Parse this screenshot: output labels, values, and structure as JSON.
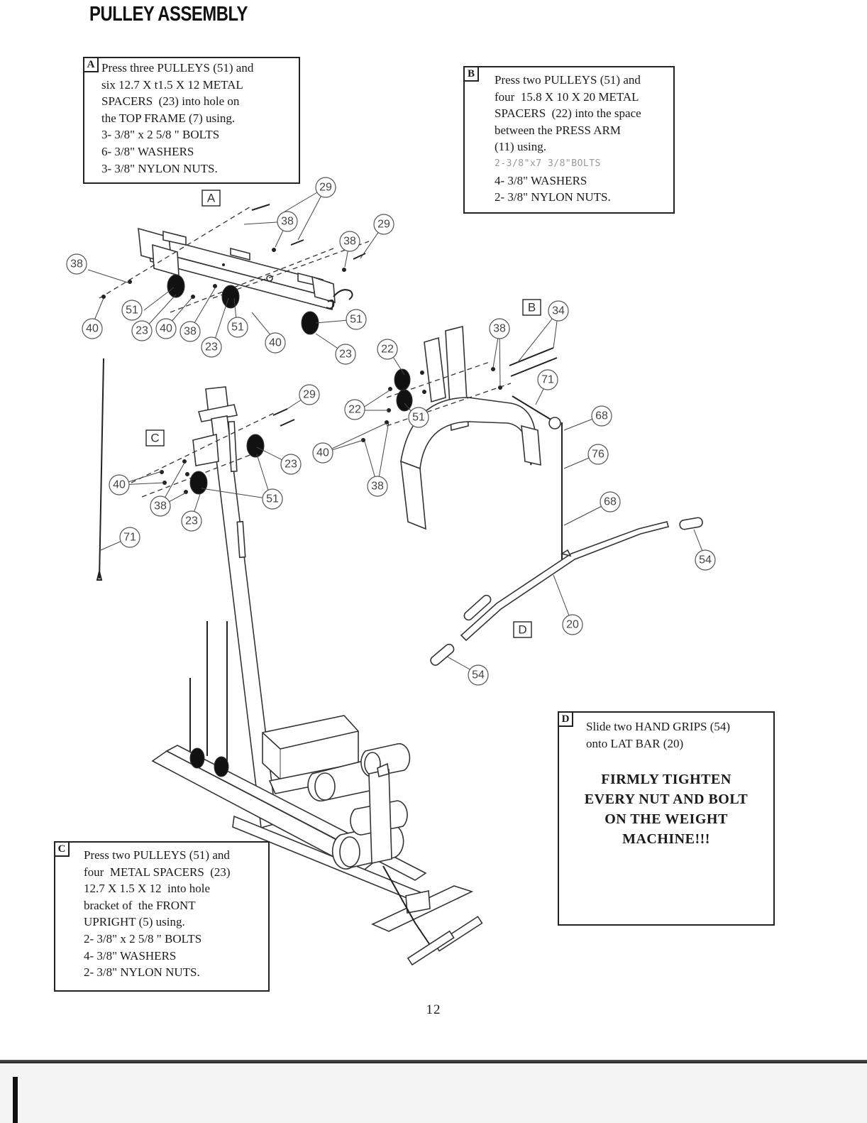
{
  "title": "PULLEY ASSEMBLY",
  "callouts": {
    "a": {
      "tag": "A",
      "lines": [
        "Press three PULLEYS (51) and",
        "six 12.7 X t1.5 X 12 METAL",
        "SPACERS  (23) into hole on",
        "the TOP FRAME (7) using.",
        "3- 3/8\" x 2 5/8 \" BOLTS",
        "6- 3/8\" WASHERS",
        "3- 3/8\" NYLON NUTS."
      ]
    },
    "b": {
      "tag": "B",
      "lines": [
        "Press two PULLEYS (51) and",
        "four  15.8 X 10 X 20 METAL",
        "SPACERS  (22) into the space",
        "between the PRESS ARM",
        "(11) using.",
        "2-3/8\"x7 3/8\"BOLTS",
        "4- 3/8\" WASHERS",
        "2- 3/8\" NYLON NUTS."
      ]
    },
    "c": {
      "tag": "C",
      "lines": [
        "Press two PULLEYS (51) and",
        "four  METAL SPACERS  (23)",
        "12.7 X 1.5 X 12  into hole",
        "bracket of  the FRONT",
        "UPRIGHT (5) using.",
        "2- 3/8\" x 2 5/8 \" BOLTS",
        "4- 3/8\" WASHERS",
        "2- 3/8\" NYLON NUTS."
      ]
    },
    "d": {
      "tag": "D",
      "lines": [
        "Slide two HAND GRIPS (54)",
        "onto LAT BAR (20)"
      ],
      "warning": [
        "FIRMLY TIGHTEN",
        "EVERY NUT  AND BOLT",
        "ON THE WEIGHT",
        "MACHINE!!!"
      ]
    }
  },
  "diagram": {
    "section_tags": [
      "A",
      "B",
      "C",
      "D"
    ],
    "part_labels": [
      "29",
      "38",
      "29",
      "38",
      "38",
      "40",
      "51",
      "23",
      "40",
      "38",
      "23",
      "51",
      "40",
      "51",
      "23",
      "34",
      "38",
      "22",
      "71",
      "22",
      "51",
      "68",
      "29",
      "40",
      "76",
      "38",
      "40",
      "23",
      "38",
      "51",
      "23",
      "68",
      "71",
      "54",
      "20",
      "54"
    ]
  },
  "page_number": "12"
}
